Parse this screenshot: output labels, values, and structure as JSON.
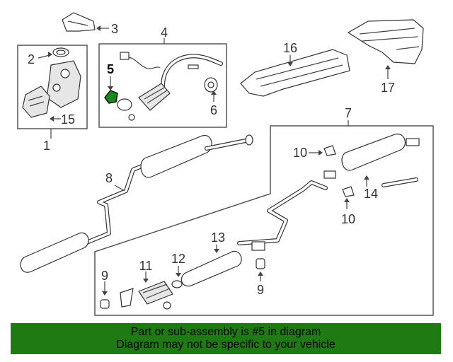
{
  "diagram": {
    "callouts": {
      "c1": "1",
      "c2": "2",
      "c3": "3",
      "c4": "4",
      "c5": "5",
      "c6": "6",
      "c7": "7",
      "c8": "8",
      "c9a": "9",
      "c9b": "9",
      "c10a": "10",
      "c10b": "10",
      "c11": "11",
      "c12": "12",
      "c13": "13",
      "c14": "14",
      "c15": "15",
      "c16": "16",
      "c17": "17"
    },
    "highlight_color": "#1a8a1a"
  },
  "footer": {
    "line1": "Part or sub-assembly is #5 in diagram",
    "line2": "Diagram may not be specific to your vehicle",
    "background": "#1f7a14"
  }
}
